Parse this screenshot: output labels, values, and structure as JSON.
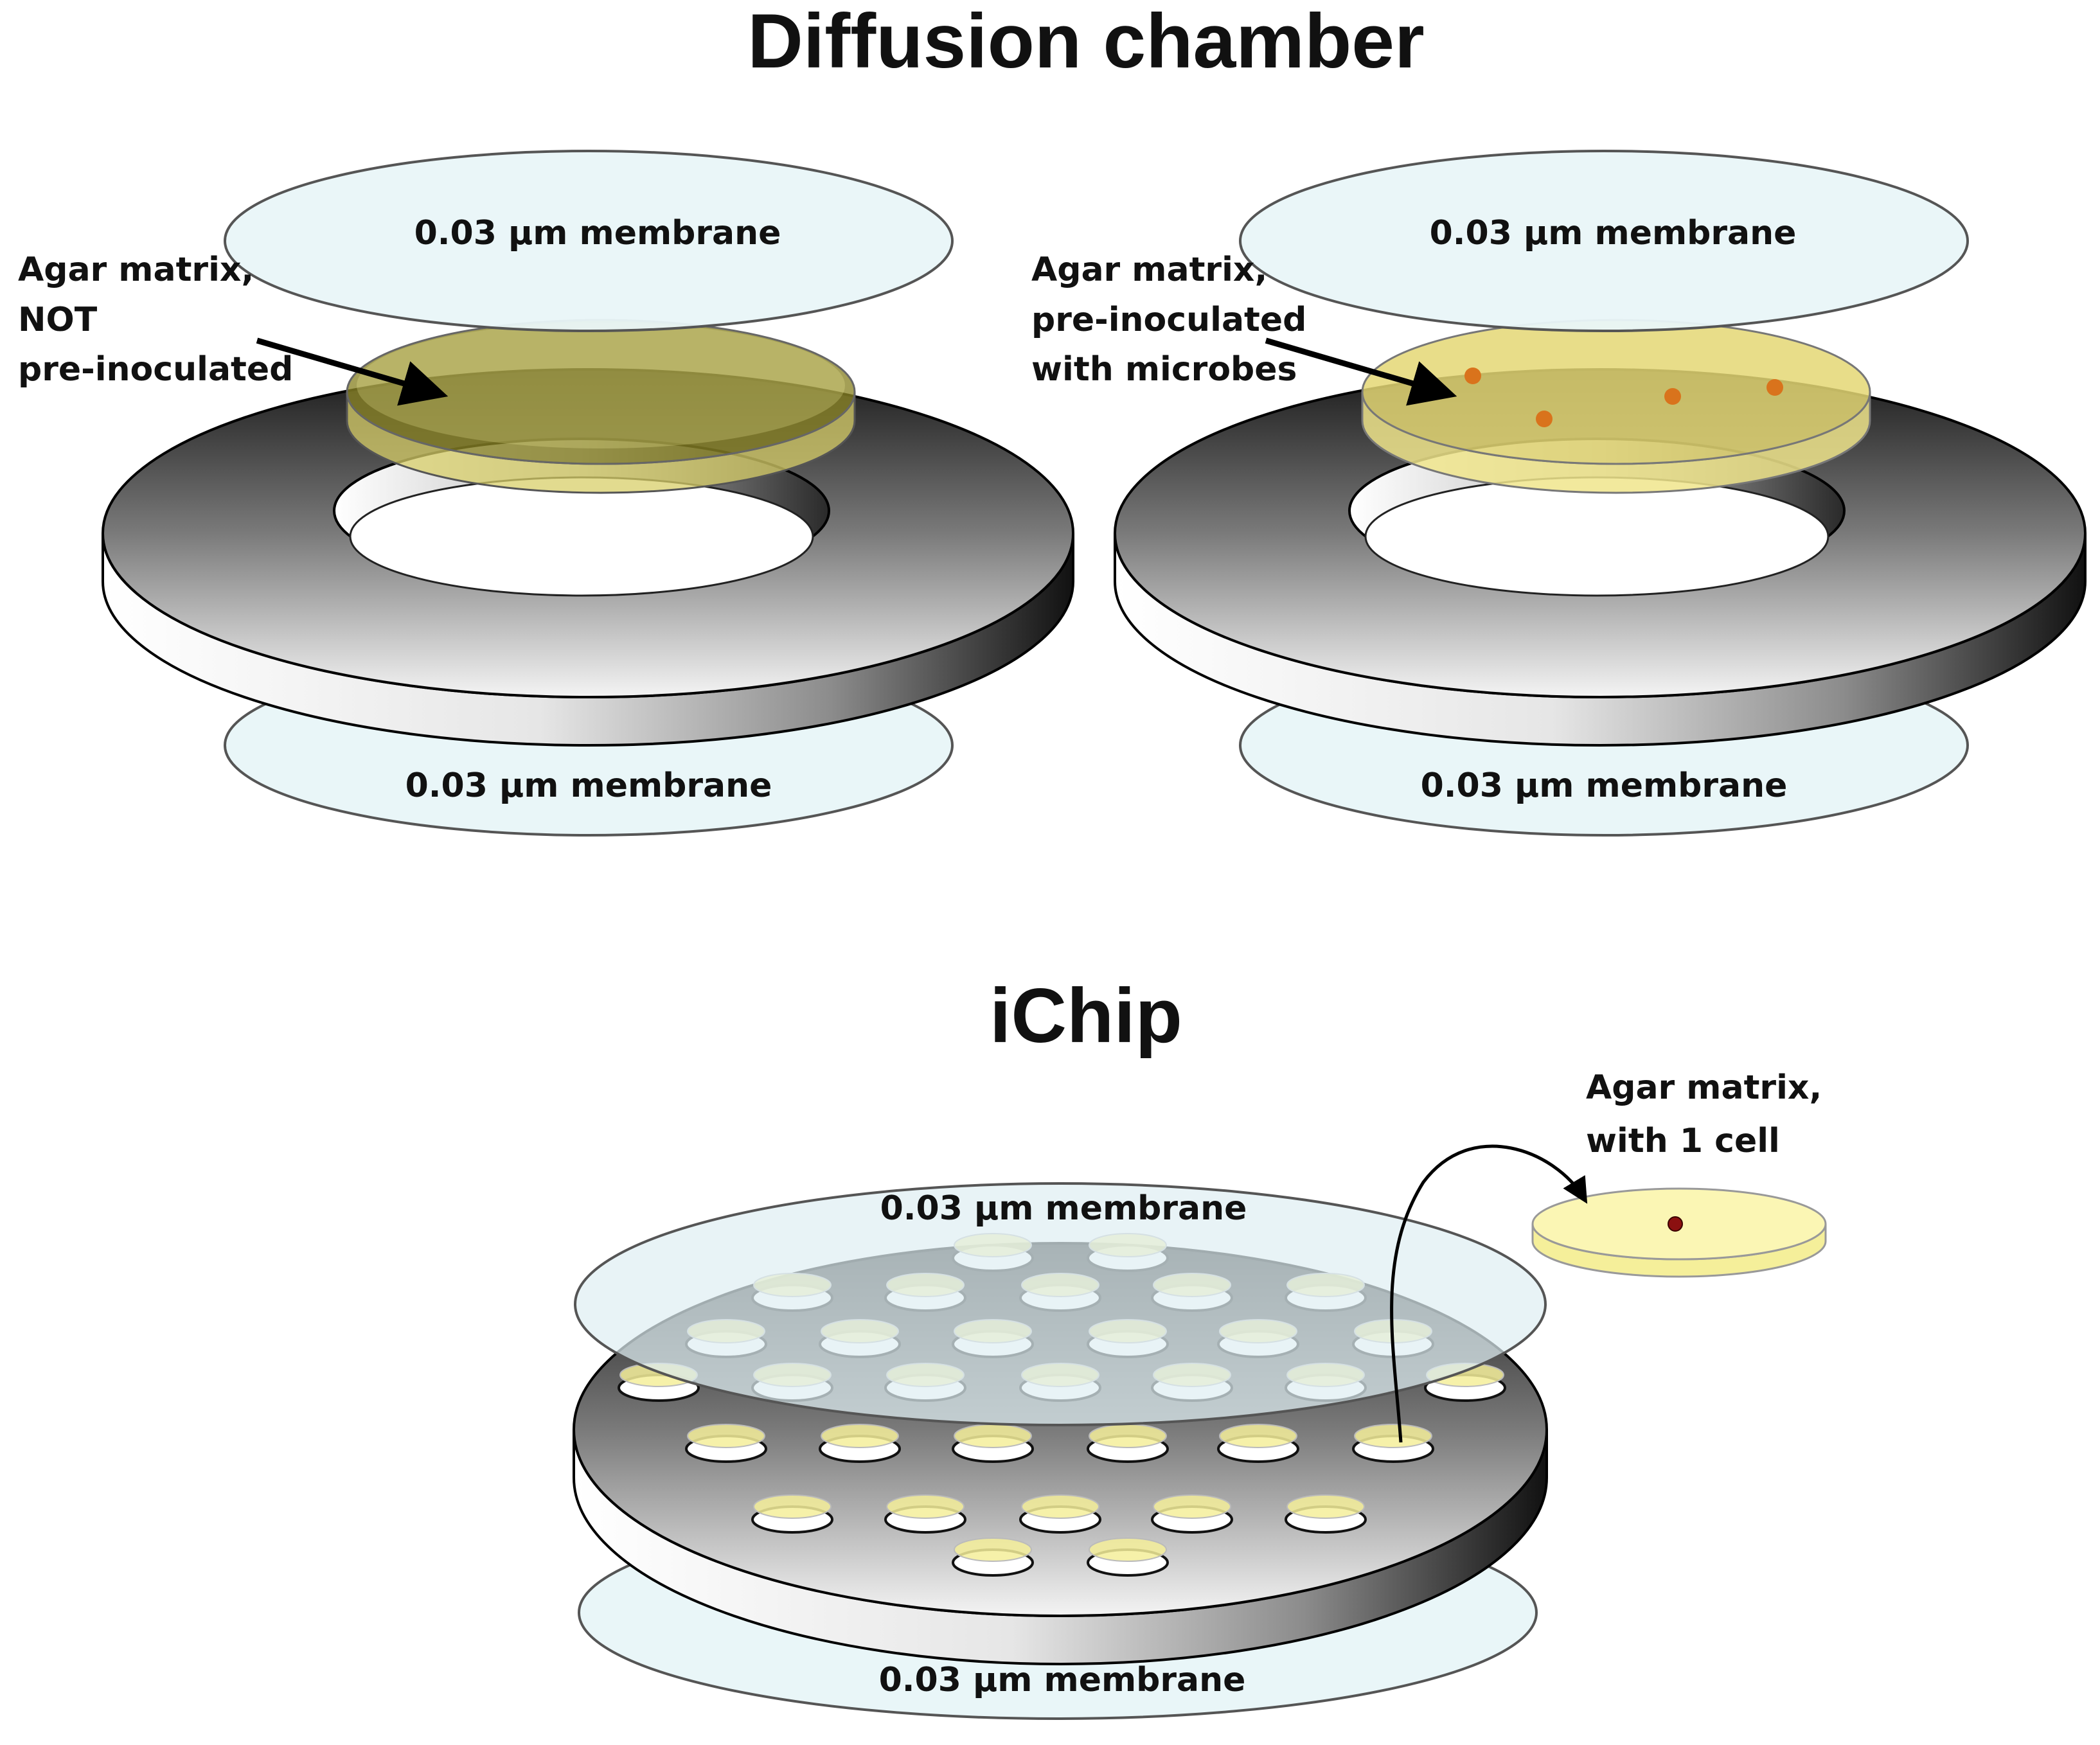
{
  "diffusion_chamber": {
    "title": "Diffusion chamber",
    "left": {
      "top_membrane": "0.03 µm membrane",
      "bottom_membrane": "0.03 µm membrane",
      "agar_label": [
        "Agar matrix,",
        "NOT",
        "pre-inoculated"
      ]
    },
    "right": {
      "top_membrane": "0.03 µm membrane",
      "bottom_membrane": "0.03 µm membrane",
      "agar_label": [
        "Agar matrix,",
        "pre-inoculated",
        "with microbes"
      ]
    }
  },
  "ichip": {
    "title": "iChip",
    "top_membrane": "0.03 µm membrane",
    "bottom_membrane": "0.03 µm membrane",
    "agar_label": [
      "Agar matrix,",
      "with 1 cell"
    ]
  },
  "colors": {
    "membrane_fill": "#e9f6f8",
    "agar_fill": "#f5ef9a",
    "agar_dark": "#8a8427",
    "microbe": "#d9731c",
    "cell": "#8b1010"
  }
}
